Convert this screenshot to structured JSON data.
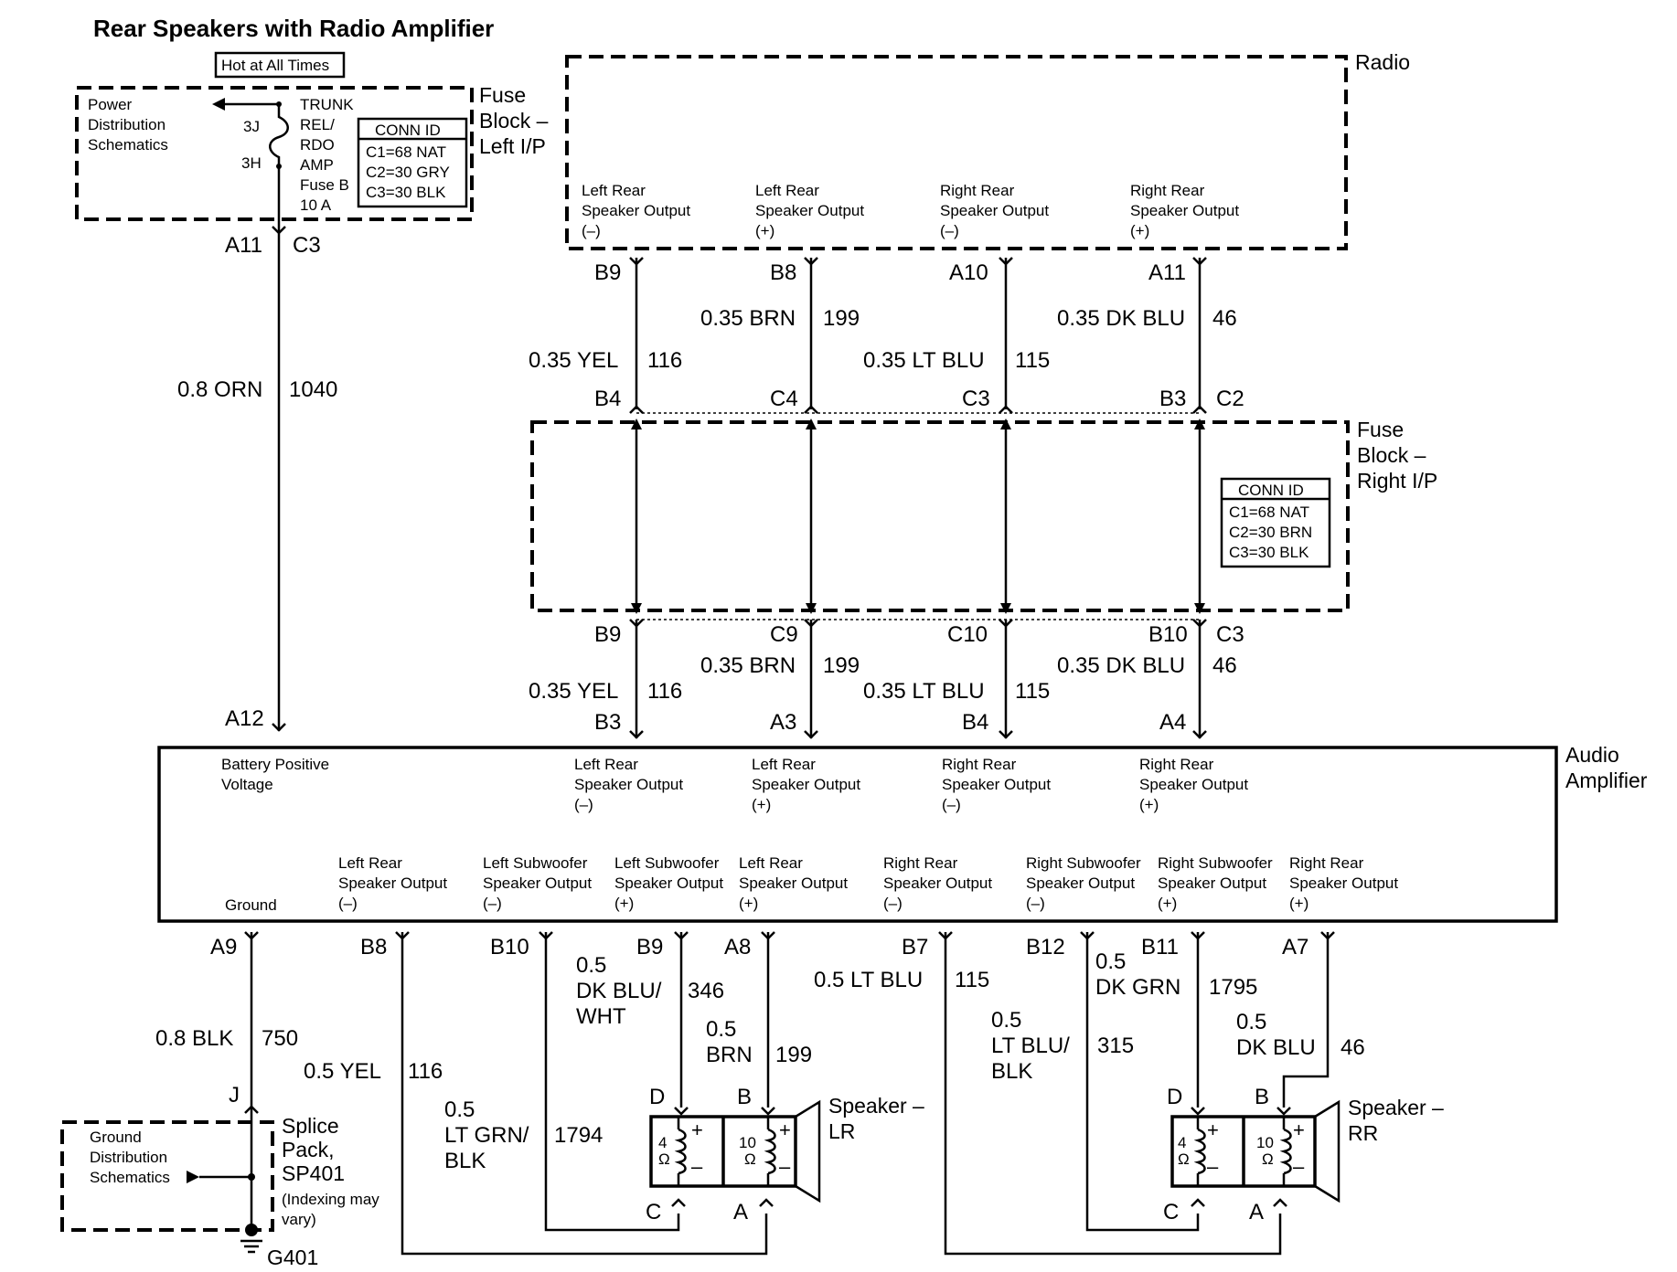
{
  "title": "Rear Speakers with Radio Amplifier",
  "hot_label": "Hot at All Times",
  "fuse_block_left": {
    "power_distribution": [
      "Power",
      "Distribution",
      "Schematics"
    ],
    "pin_top": "3J",
    "pin_bottom": "3H",
    "fuse_text": [
      "TRUNK",
      "REL/",
      "RDO",
      "AMP",
      "Fuse B",
      "10 A"
    ],
    "name": [
      "Fuse",
      "Block –",
      "Left I/P"
    ],
    "conn_id": {
      "header": "CONN ID",
      "rows": [
        "C1=68 NAT",
        "C2=30 GRY",
        "C3=30 BLK"
      ]
    },
    "out_pin": "A11",
    "out_conn": "C3"
  },
  "battery_wire": {
    "size_color": "0.8 ORN",
    "circuit": "1040",
    "amp_pin": "A12"
  },
  "radio": {
    "name": "Radio",
    "outputs": [
      [
        "Left Rear",
        "Speaker Output",
        "(–)"
      ],
      [
        "Left Rear",
        "Speaker Output",
        "(+)"
      ],
      [
        "Right Rear",
        "Speaker Output",
        "(–)"
      ],
      [
        "Right Rear",
        "Speaker Output",
        "(+)"
      ]
    ]
  },
  "radio_wires": [
    {
      "top_pin": "B9",
      "size_color": "0.35 YEL",
      "circuit": "116",
      "bottom_pin": "B4"
    },
    {
      "top_pin": "B8",
      "size_color": "0.35 BRN",
      "circuit": "199",
      "bottom_pin": "C4"
    },
    {
      "top_pin": "A10",
      "size_color": "0.35 LT BLU",
      "circuit": "115",
      "bottom_pin": "C3"
    },
    {
      "top_pin": "A11",
      "size_color": "0.35 DK BLU",
      "circuit": "46",
      "bottom_pin": "B3"
    }
  ],
  "radio_conn_right": "C2",
  "fuse_block_right": {
    "name": [
      "Fuse",
      "Block –",
      "Right I/P"
    ],
    "conn_id": {
      "header": "CONN ID",
      "rows": [
        "C1=68 NAT",
        "C2=30 BRN",
        "C3=30 BLK"
      ]
    },
    "conn_right": "C3"
  },
  "amp_wires": [
    {
      "top_pin": "B9",
      "size_color": "0.35 YEL",
      "circuit": "116",
      "bottom_pin": "B3"
    },
    {
      "top_pin": "C9",
      "size_color": "0.35 BRN",
      "circuit": "199",
      "bottom_pin": "A3"
    },
    {
      "top_pin": "C10",
      "size_color": "0.35 LT BLU",
      "circuit": "115",
      "bottom_pin": "B4"
    },
    {
      "top_pin": "B10",
      "size_color": "0.35 DK BLU",
      "circuit": "46",
      "bottom_pin": "A4"
    }
  ],
  "amplifier": {
    "name": [
      "Audio",
      "Amplifier"
    ],
    "battery_label": [
      "Battery Positive",
      "Voltage"
    ],
    "inputs": [
      [
        "Left Rear",
        "Speaker Output",
        "(–)"
      ],
      [
        "Left Rear",
        "Speaker Output",
        "(+)"
      ],
      [
        "Right Rear",
        "Speaker Output",
        "(–)"
      ],
      [
        "Right Rear",
        "Speaker Output",
        "(+)"
      ]
    ],
    "ground_label": "Ground",
    "outputs": [
      [
        "Left Rear",
        "Speaker Output",
        "(–)"
      ],
      [
        "Left Subwoofer",
        "Speaker Output",
        "(–)"
      ],
      [
        "Left Subwoofer",
        "Speaker Output",
        "(+)"
      ],
      [
        "Left Rear",
        "Speaker Output",
        "(+)"
      ],
      [
        "Right Rear",
        "Speaker Output",
        "(–)"
      ],
      [
        "Right Subwoofer",
        "Speaker Output",
        "(–)"
      ],
      [
        "Right Subwoofer",
        "Speaker Output",
        "(+)"
      ],
      [
        "Right Rear",
        "Speaker Output",
        "(+)"
      ]
    ]
  },
  "lower_pins": {
    "ground": "A9",
    "lr_neg": "B8",
    "lsub_neg": "B10",
    "lsub_pos": "B9",
    "lr_pos": "A8",
    "rr_neg": "B7",
    "rsub_neg": "B12",
    "rsub_pos": "B11",
    "rr_pos": "A7"
  },
  "lower_wires": {
    "ground": {
      "size_color": "0.8 BLK",
      "circuit": "750"
    },
    "lr_neg": {
      "size_color": "0.5 YEL",
      "circuit": "116"
    },
    "lsub_neg": {
      "size_color": [
        "0.5",
        "LT GRN/",
        "BLK"
      ],
      "circuit": "1794"
    },
    "lsub_pos": {
      "size_color": [
        "0.5",
        "DK BLU/",
        "WHT"
      ],
      "circuit": "346"
    },
    "lr_pos": {
      "size_color": [
        "0.5",
        "BRN"
      ],
      "circuit": "199"
    },
    "rr_neg": {
      "size_color": "0.5 LT BLU",
      "circuit": "115"
    },
    "rsub_neg": {
      "size_color": [
        "0.5",
        "LT BLU/",
        "BLK"
      ],
      "circuit": "315"
    },
    "rsub_pos": {
      "size_color": [
        "0.5",
        "DK GRN"
      ],
      "circuit": "1795"
    },
    "rr_pos": {
      "size_color": [
        "0.5",
        "DK BLU"
      ],
      "circuit": "46"
    }
  },
  "splice": {
    "pin": "J",
    "name": [
      "Splice",
      "Pack,",
      "SP401"
    ],
    "note": [
      "(Indexing may",
      "vary)"
    ],
    "ground_distribution": [
      "Ground",
      "Distribution",
      "Schematics"
    ],
    "ground_id": "G401"
  },
  "speaker_lr": {
    "name": [
      "Speaker –",
      "LR"
    ],
    "pins": {
      "d": "D",
      "b": "B",
      "c": "C",
      "a": "A"
    },
    "coil_left": [
      "4",
      "Ω"
    ],
    "coil_right": [
      "10",
      "Ω"
    ]
  },
  "speaker_rr": {
    "name": [
      "Speaker –",
      "RR"
    ],
    "pins": {
      "d": "D",
      "b": "B",
      "c": "C",
      "a": "A"
    },
    "coil_left": [
      "4",
      "Ω"
    ],
    "coil_right": [
      "10",
      "Ω"
    ]
  },
  "polarity": {
    "plus": "+",
    "minus": "–"
  }
}
